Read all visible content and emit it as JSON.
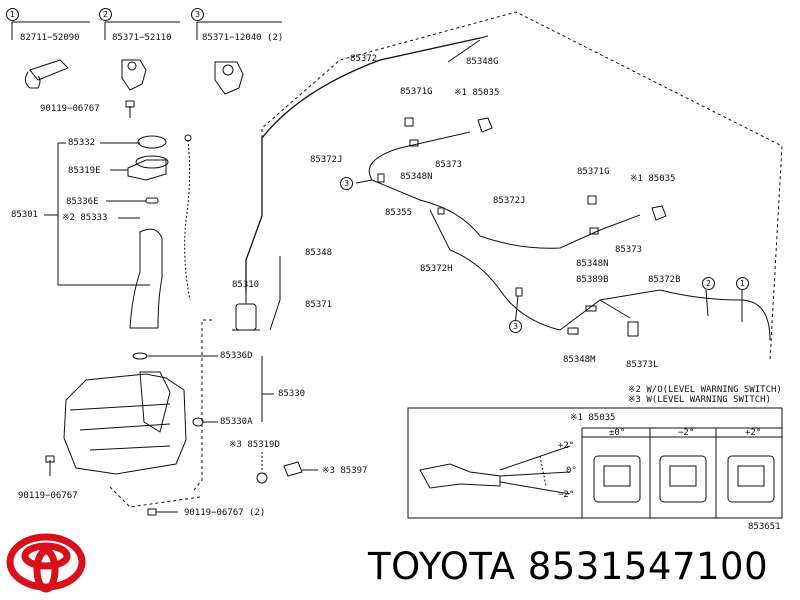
{
  "brand": {
    "text": "TOYOTA 8531547100",
    "logo": "toyota-logo",
    "color": "#d9101b"
  },
  "legend": {
    "callout_1": "1",
    "callout_2": "2",
    "callout_3": "3"
  },
  "notes": {
    "note2": "※2 W/O(LEVEL WARNING SWITCH)",
    "note3": "※3 W(LEVEL WARNING SWITCH)"
  },
  "detail": {
    "title": "※1 85035",
    "col0": "±0°",
    "col1": "−2°",
    "col2": "+2°",
    "angle_plus": "+2°",
    "angle_zero": "0°",
    "angle_minus": "−2°",
    "code": "853651"
  },
  "labels": {
    "p82711": "82711−52090",
    "p85371a": "85371−52110",
    "p85371b": "85371−12040 (2)",
    "p90119a": "90119−06767",
    "p85332": "85332",
    "p85319e": "85319E",
    "p85336e": "85336E",
    "p85301": "85301",
    "p85333": "※2 85333",
    "p85372": "85372",
    "p85348g": "85348G",
    "p85371g1": "85371G",
    "p85035a": "※1 85035",
    "p85372j1": "85372J",
    "p85348n": "85348N",
    "p85373a": "85373",
    "p85355": "85355",
    "p85372j2": "85372J",
    "p85371g2": "85371G",
    "p85035b": "※1 85035",
    "p85373b": "85373",
    "p85348": "85348",
    "p85348n2": "85348N",
    "p85310": "85310",
    "p85371": "85371",
    "p85372h": "85372H",
    "p85389b": "85389B",
    "p85372b": "85372B",
    "p85348m": "85348M",
    "p85373l": "85373L",
    "p85336d": "85336D",
    "p85330": "85330",
    "p85330a": "85330A",
    "p85319d": "※3 85319D",
    "p85397": "※3 85397",
    "p90119b": "90119−06767",
    "p90119c": "90119−06767 (2)"
  }
}
